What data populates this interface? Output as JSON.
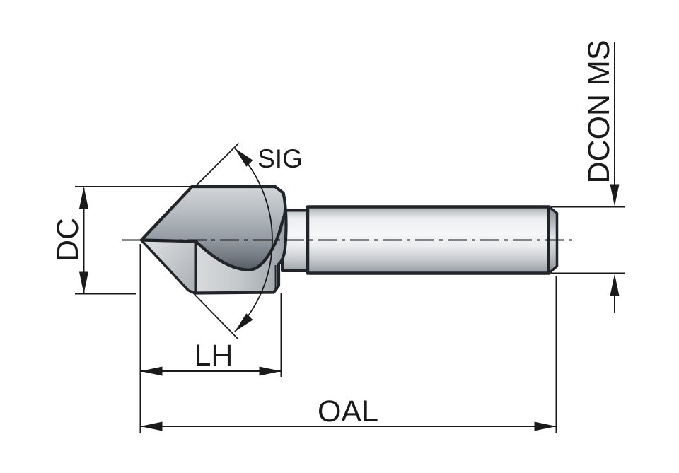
{
  "drawing": {
    "type": "technical-drawing",
    "subject": "Countersink cutter side view with dimension callouts",
    "labels": {
      "sig": "SIG",
      "dc": "DC",
      "lh": "LH",
      "oal": "OAL",
      "dcon": "DCON MS"
    },
    "colors": {
      "background": "#ffffff",
      "outline": "#212529",
      "dimension_line": "#1a1a1a",
      "metal_light": "#f6f7f8",
      "metal_mid": "#aab0b5",
      "metal_dark": "#4e555c"
    }
  }
}
